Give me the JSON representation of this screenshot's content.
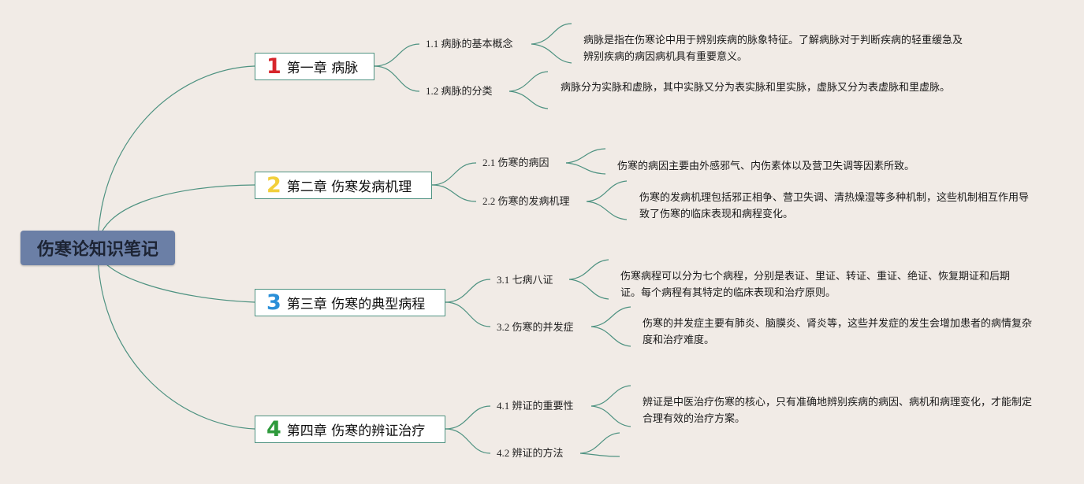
{
  "root": {
    "title": "伤寒论知识笔记"
  },
  "colors": {
    "background": "#f1ebe6",
    "root_fill": "#6b7fa6",
    "line": "#4e9281",
    "num1": "#d7262c",
    "num2": "#f2cf3b",
    "num3": "#2a8fd8",
    "num4": "#2e9a3c"
  },
  "chapters": [
    {
      "number": "1",
      "title": "第一章 病脉",
      "sections": [
        {
          "label": "1.1 病脉的基本概念",
          "detail": "病脉是指在伤寒论中用于辨别疾病的脉象特征。了解病脉对于判断疾病的轻重缓急及辨别疾病的病因病机具有重要意义。"
        },
        {
          "label": "1.2 病脉的分类",
          "detail": "病脉分为实脉和虚脉，其中实脉又分为表实脉和里实脉，虚脉又分为表虚脉和里虚脉。"
        }
      ]
    },
    {
      "number": "2",
      "title": "第二章 伤寒发病机理",
      "sections": [
        {
          "label": "2.1 伤寒的病因",
          "detail": "伤寒的病因主要由外感邪气、内伤素体以及营卫失调等因素所致。"
        },
        {
          "label": "2.2 伤寒的发病机理",
          "detail": "伤寒的发病机理包括邪正相争、营卫失调、清热燥湿等多种机制，这些机制相互作用导致了伤寒的临床表现和病程变化。"
        }
      ]
    },
    {
      "number": "3",
      "title": "第三章 伤寒的典型病程",
      "sections": [
        {
          "label": "3.1 七病八证",
          "detail": "伤寒病程可以分为七个病程，分别是表证、里证、转证、重证、绝证、恢复期证和后期证。每个病程有其特定的临床表现和治疗原则。"
        },
        {
          "label": "3.2 伤寒的并发症",
          "detail": "伤寒的并发症主要有肺炎、脑膜炎、肾炎等，这些并发症的发生会增加患者的病情复杂度和治疗难度。"
        }
      ]
    },
    {
      "number": "4",
      "title": "第四章 伤寒的辨证治疗",
      "sections": [
        {
          "label": "4.1 辨证的重要性",
          "detail": "辨证是中医治疗伤寒的核心，只有准确地辨别疾病的病因、病机和病理变化，才能制定合理有效的治疗方案。"
        },
        {
          "label": "4.2 辨证的方法",
          "detail": ""
        }
      ]
    }
  ]
}
